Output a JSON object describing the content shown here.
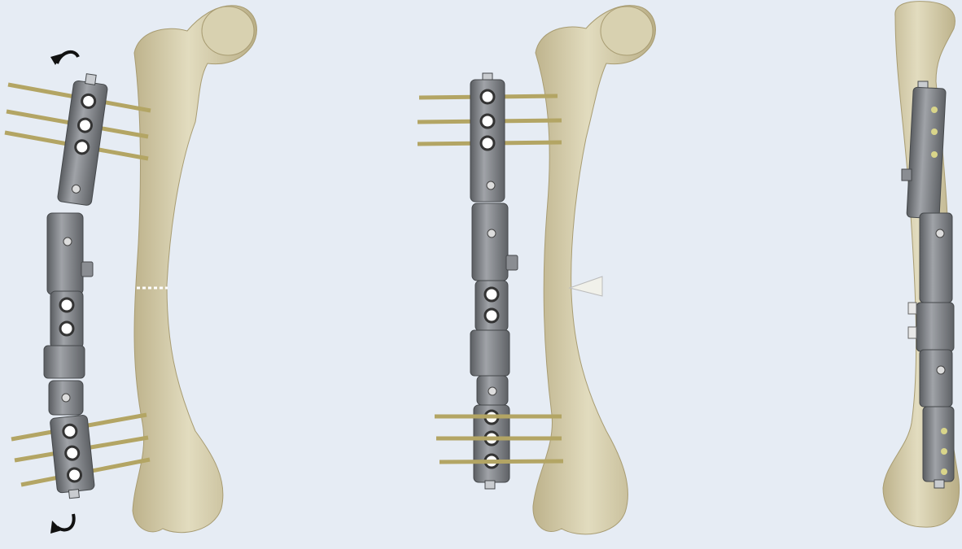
{
  "colors": {
    "background": "#e6ecf4",
    "bone": "#d9d2b3",
    "bone_shadow": "#b8ad87",
    "fixator": "#7a7d82",
    "fixator_dark": "#55585c",
    "fixator_light": "#a3a6ab",
    "pin": "#b7a868",
    "pin_light": "#e2d79e",
    "screw_white": "#ffffff",
    "arrow": "#111111"
  },
  "panels": [
    {
      "view": "anterior-pre-correction",
      "icons": [
        "rotation-arrow-icon",
        "rotation-arrow-icon"
      ]
    },
    {
      "view": "anterior-post-correction",
      "icons": []
    },
    {
      "view": "lateral",
      "icons": []
    }
  ]
}
